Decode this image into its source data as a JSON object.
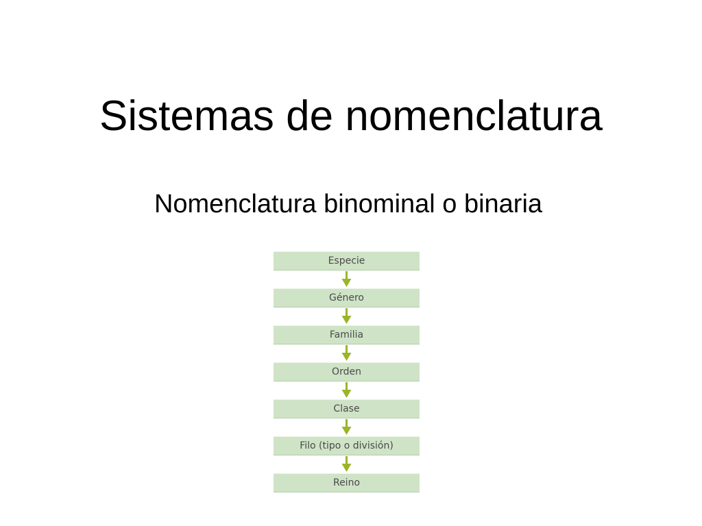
{
  "slide": {
    "title": "Sistemas de nomenclatura",
    "subtitle": "Nomenclatura binominal o binaria"
  },
  "hierarchy": {
    "ranks": [
      "Especie",
      "Género",
      "Familia",
      "Orden",
      "Clase",
      "Filo (tipo o división)",
      "Reino"
    ],
    "box_color": "#cfe3c6",
    "arrow_color": "#9ab52a",
    "text_color": "#4a4a4a"
  }
}
